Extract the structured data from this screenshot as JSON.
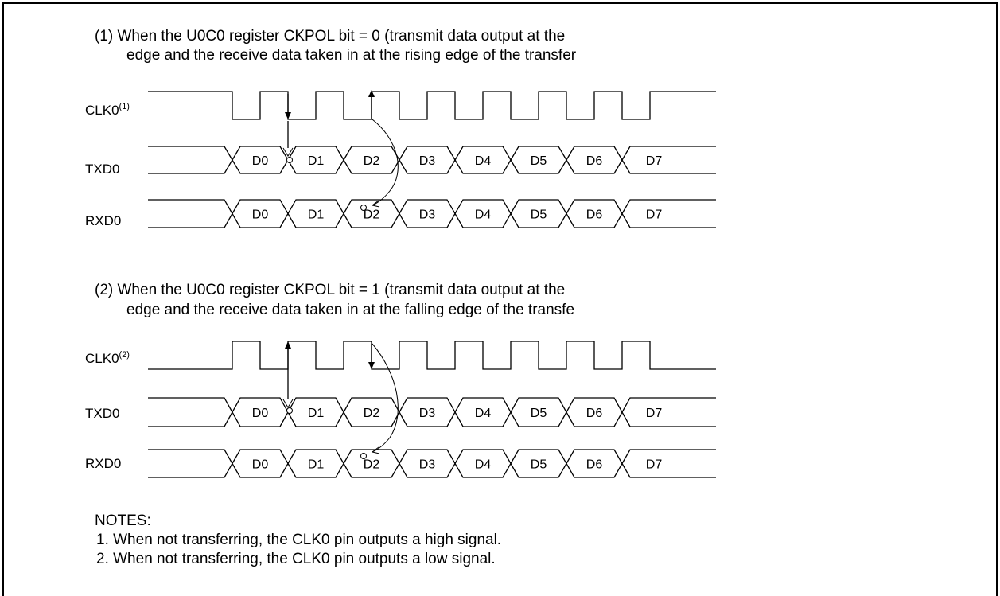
{
  "section1": {
    "heading_line1": "(1) When the U0C0 register CKPOL bit = 0 (transmit data output at the",
    "heading_line2": "edge and the receive data taken in at the rising edge of the transfer",
    "clk_label": "CLK0",
    "clk_sup": "(1)",
    "txd_label": "TXD0",
    "rxd_label": "RXD0"
  },
  "section2": {
    "heading_line1": "(2) When the U0C0 register CKPOL bit = 1 (transmit data output at the",
    "heading_line2": "edge and the receive data taken in at the falling edge of the transfe",
    "clk_label": "CLK0",
    "clk_sup": "(2)",
    "txd_label": "TXD0",
    "rxd_label": "RXD0"
  },
  "data_bits": [
    "D0",
    "D1",
    "D2",
    "D3",
    "D4",
    "D5",
    "D6",
    "D7"
  ],
  "notes": {
    "title": "NOTES:",
    "items": [
      "1. When not transferring, the CLK0 pin outputs a high signal.",
      "2. When not transferring, the CLK0 pin outputs a low signal."
    ]
  }
}
